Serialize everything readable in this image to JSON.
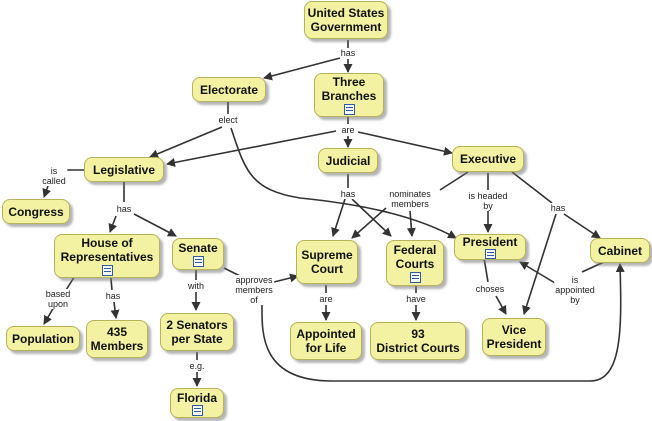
{
  "nodes": {
    "usg": "United States\nGovernment",
    "electorate": "Electorate",
    "three_branches": "Three\nBranches",
    "legislative": "Legislative",
    "judicial": "Judicial",
    "executive": "Executive",
    "congress": "Congress",
    "house": "House of\nRepresentatives",
    "senate": "Senate",
    "supreme_court": "Supreme\nCourt",
    "federal_courts": "Federal\nCourts",
    "president": "President",
    "cabinet": "Cabinet",
    "population": "Population",
    "members_435": "435\nMembers",
    "senators": "2 Senators\nper State",
    "appointed": "Appointed\nfor Life",
    "district_courts": "93\nDistrict Courts",
    "vice_president": "Vice\nPresident",
    "florida": "Florida"
  },
  "links": {
    "has": "has",
    "elect": "elect",
    "are": "are",
    "is_called": "is\ncalled",
    "has_leg": "has",
    "has_jud": "has",
    "nominates_members": "nominates\nmembers",
    "is_headed_by": "is headed\nby",
    "has_exec": "has",
    "based_upon": "based\nupon",
    "has_house": "has",
    "with": "with",
    "approves_members_of": "approves\nmembers\nof",
    "are_sc": "are",
    "have": "have",
    "choses": "choses",
    "is_appointed_by": "is\nappointed\nby",
    "eg": "e.g."
  },
  "colors": {
    "node_fill": "#f3f1a2",
    "node_border": "#b7b35a",
    "line": "#333333"
  }
}
